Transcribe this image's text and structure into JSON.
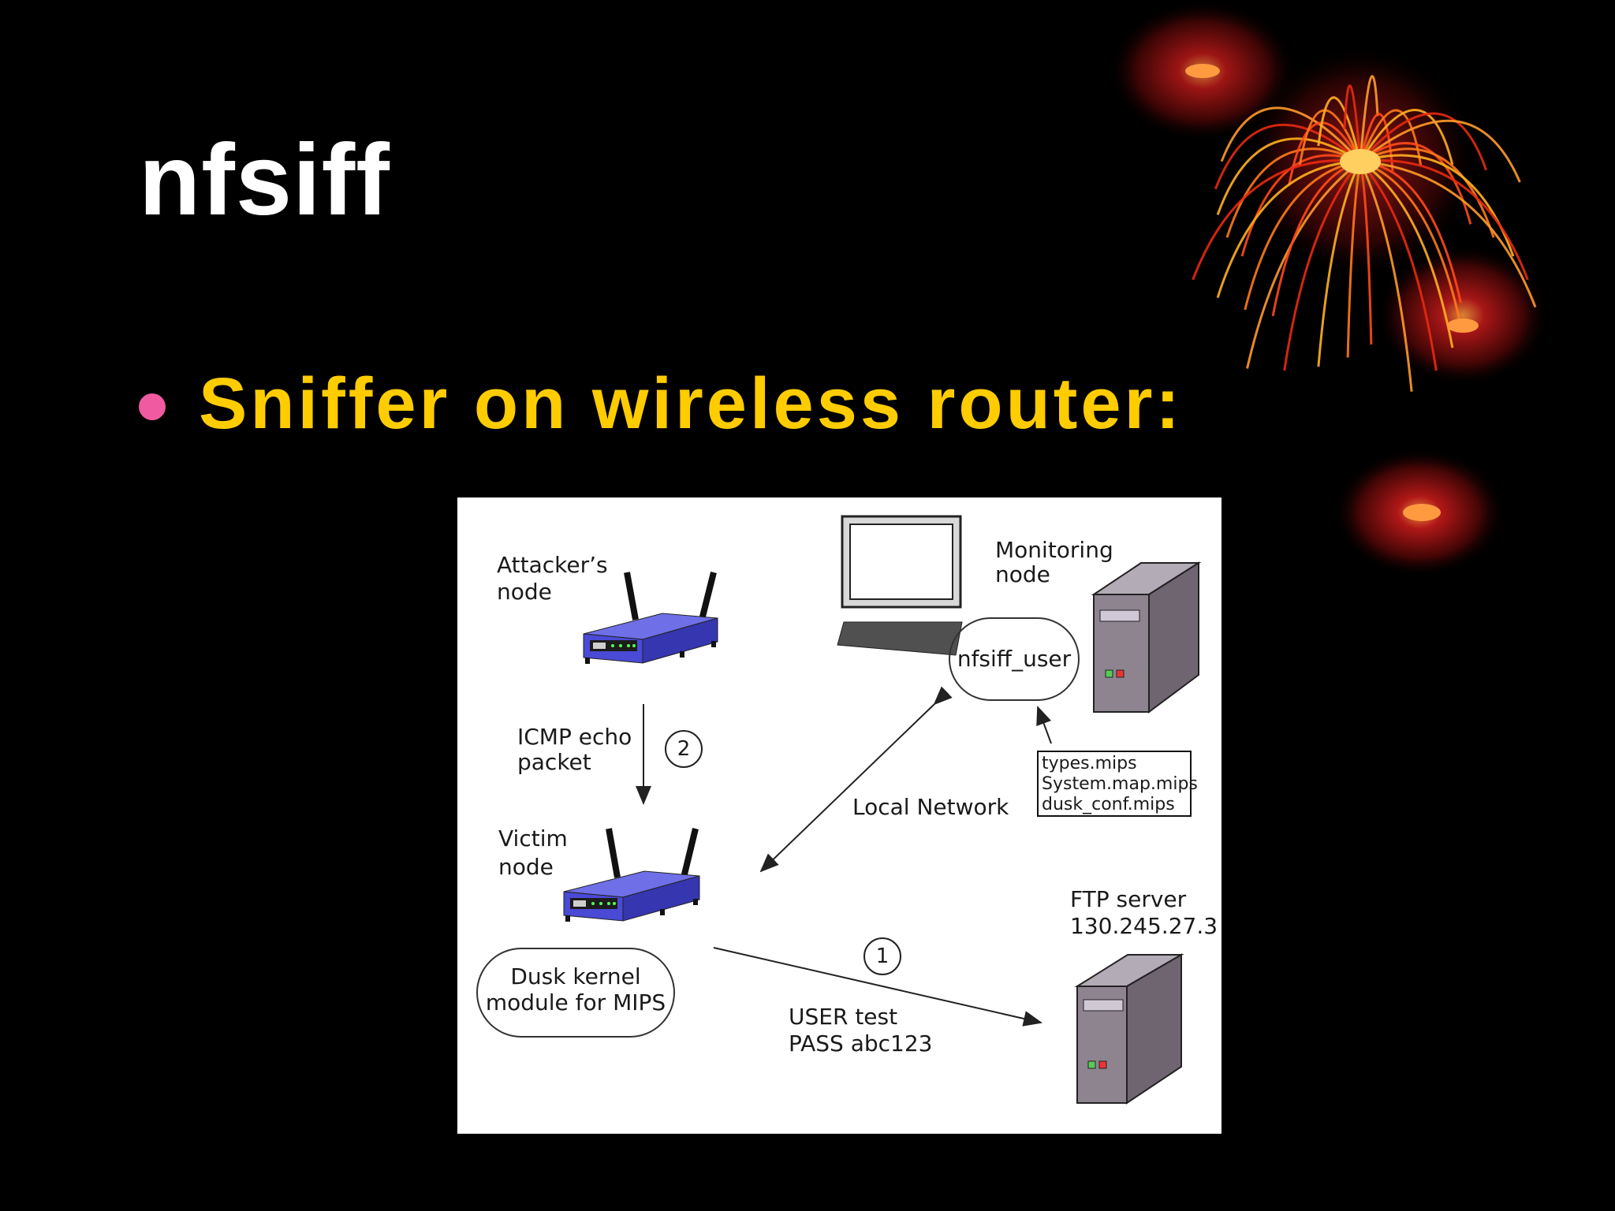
{
  "slide": {
    "title": "nfsiff",
    "bullet": "Sniffer on wireless router:"
  },
  "colors": {
    "background": "#000000",
    "title": "#ffffff",
    "bullet_text": "#ffcc00",
    "bullet_marker": "#f05aa0",
    "router_body": "#4a4ad6",
    "server_body": "#8e8490"
  },
  "decoration": {
    "icon": "fireworks-icon"
  },
  "diagram": {
    "attacker_label": [
      "Attacker’s",
      "node"
    ],
    "icmp_label": [
      "ICMP echo",
      "packet"
    ],
    "step_2": "2",
    "victim_label": [
      "Victim",
      "node"
    ],
    "dusk_label": [
      "Dusk kernel",
      "module for MIPS"
    ],
    "monitoring_label": [
      "Monitoring",
      "node"
    ],
    "nfsiff_user": "nfsiff_user",
    "files": [
      "types.mips",
      "System.map.mips",
      "dusk_conf.mips"
    ],
    "local_network": "Local Network",
    "ftp_label": [
      "FTP server",
      "130.245.27.3"
    ],
    "step_1": "1",
    "credentials": [
      "USER test",
      "PASS abc123"
    ]
  }
}
